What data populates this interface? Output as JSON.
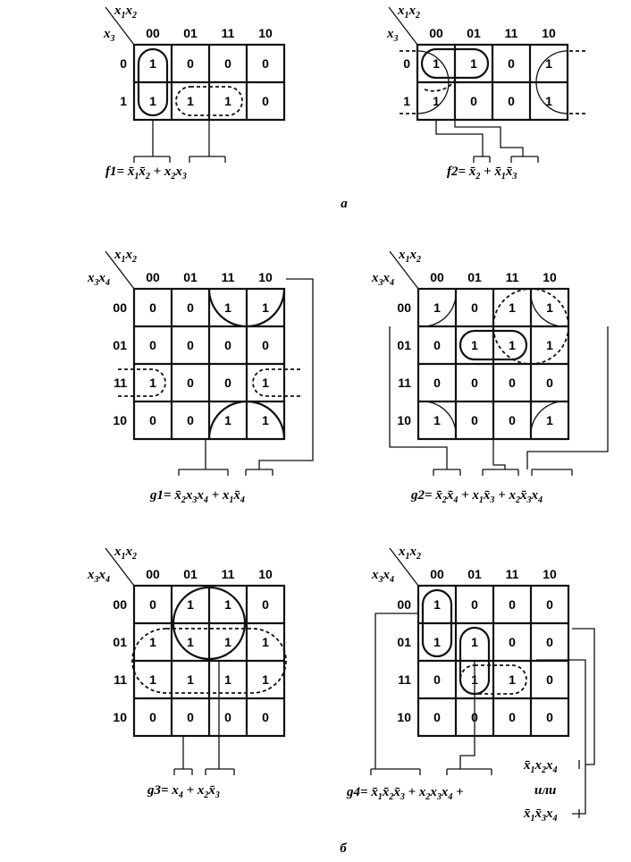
{
  "section_a_label": "а",
  "section_b_label": "б",
  "maps": [
    {
      "id": "f1",
      "row_var": "x3",
      "col_var": "x1x2",
      "col_headers": [
        "00",
        "01",
        "11",
        "10"
      ],
      "row_headers": [
        "0",
        "1"
      ],
      "cells": [
        [
          "1",
          "0",
          "0",
          "0"
        ],
        [
          "1",
          "1",
          "1",
          "0"
        ]
      ],
      "equation": "f1= x̄1x̄2 + x2x3"
    },
    {
      "id": "f2",
      "row_var": "x3",
      "col_var": "x1x2",
      "col_headers": [
        "00",
        "01",
        "11",
        "10"
      ],
      "row_headers": [
        "0",
        "1"
      ],
      "cells": [
        [
          "1",
          "1",
          "0",
          "1"
        ],
        [
          "1",
          "0",
          "0",
          "1"
        ]
      ],
      "equation": "f2= x̄2 + x̄1x̄3"
    },
    {
      "id": "g1",
      "row_var": "x3x4",
      "col_var": "x1x2",
      "col_headers": [
        "00",
        "01",
        "11",
        "10"
      ],
      "row_headers": [
        "00",
        "01",
        "11",
        "10"
      ],
      "cells": [
        [
          "0",
          "0",
          "1",
          "1"
        ],
        [
          "0",
          "0",
          "0",
          "0"
        ],
        [
          "1",
          "0",
          "0",
          "1"
        ],
        [
          "0",
          "0",
          "1",
          "1"
        ]
      ],
      "equation": "g1= x̄2x3x4 + x1x̄4"
    },
    {
      "id": "g2",
      "row_var": "x3x4",
      "col_var": "x1x2",
      "col_headers": [
        "00",
        "01",
        "11",
        "10"
      ],
      "row_headers": [
        "00",
        "01",
        "11",
        "10"
      ],
      "cells": [
        [
          "1",
          "0",
          "1",
          "1"
        ],
        [
          "0",
          "1",
          "1",
          "1"
        ],
        [
          "0",
          "0",
          "0",
          "0"
        ],
        [
          "1",
          "0",
          "0",
          "1"
        ]
      ],
      "equation": "g2= x̄2x̄4 + x1x̄3 + x2x̄3x4"
    },
    {
      "id": "g3",
      "row_var": "x3x4",
      "col_var": "x1x2",
      "col_headers": [
        "00",
        "01",
        "11",
        "10"
      ],
      "row_headers": [
        "00",
        "01",
        "11",
        "10"
      ],
      "cells": [
        [
          "0",
          "1",
          "1",
          "0"
        ],
        [
          "1",
          "1",
          "1",
          "1"
        ],
        [
          "1",
          "1",
          "1",
          "1"
        ],
        [
          "0",
          "0",
          "0",
          "0"
        ]
      ],
      "equation": "g3= x4 + x2x̄3"
    },
    {
      "id": "g4",
      "row_var": "x3x4",
      "col_var": "x1x2",
      "col_headers": [
        "00",
        "01",
        "11",
        "10"
      ],
      "row_headers": [
        "00",
        "01",
        "11",
        "10"
      ],
      "cells": [
        [
          "1",
          "0",
          "0",
          "0"
        ],
        [
          "1",
          "1",
          "0",
          "0"
        ],
        [
          "0",
          "1",
          "1",
          "0"
        ],
        [
          "0",
          "0",
          "0",
          "0"
        ]
      ],
      "equation": "g4= x̄1x̄2x̄3 + x2x3x4 +",
      "alternatives": [
        "x̄1x2x4",
        "или",
        "x̄1x̄3x4"
      ]
    }
  ]
}
